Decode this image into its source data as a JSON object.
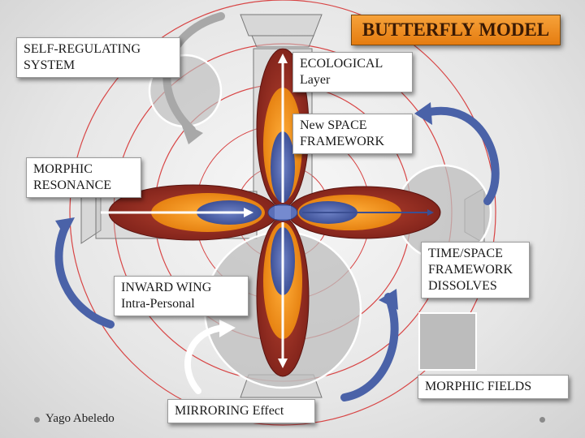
{
  "title": "BUTTERFLY MODEL",
  "labels": {
    "self_regulating": [
      "SELF-REGULATING",
      "SYSTEM"
    ],
    "ecological": [
      "ECOLOGICAL",
      "Layer"
    ],
    "new_space": [
      "New SPACE",
      "FRAMEWORK"
    ],
    "morphic_resonance": [
      "MORPHIC",
      "RESONANCE"
    ],
    "time_space": [
      "TIME/SPACE",
      "FRAMEWORK",
      "DISSOLVES"
    ],
    "inward_wing": [
      "INWARD WING",
      "Intra-Personal"
    ],
    "morphic_fields": "MORPHIC FIELDS",
    "mirroring": "MIRRORING Effect"
  },
  "author": "Yago Abeledo",
  "colors": {
    "title_fill": "#f39423",
    "ring_red": "#d84545",
    "wing_outer": "#8e2a22",
    "wing_middle": "#f08a14",
    "wing_inner": "#4c5ea8",
    "arrow_blue": "#4a62a8",
    "arrow_gray": "#aaaaaa"
  }
}
